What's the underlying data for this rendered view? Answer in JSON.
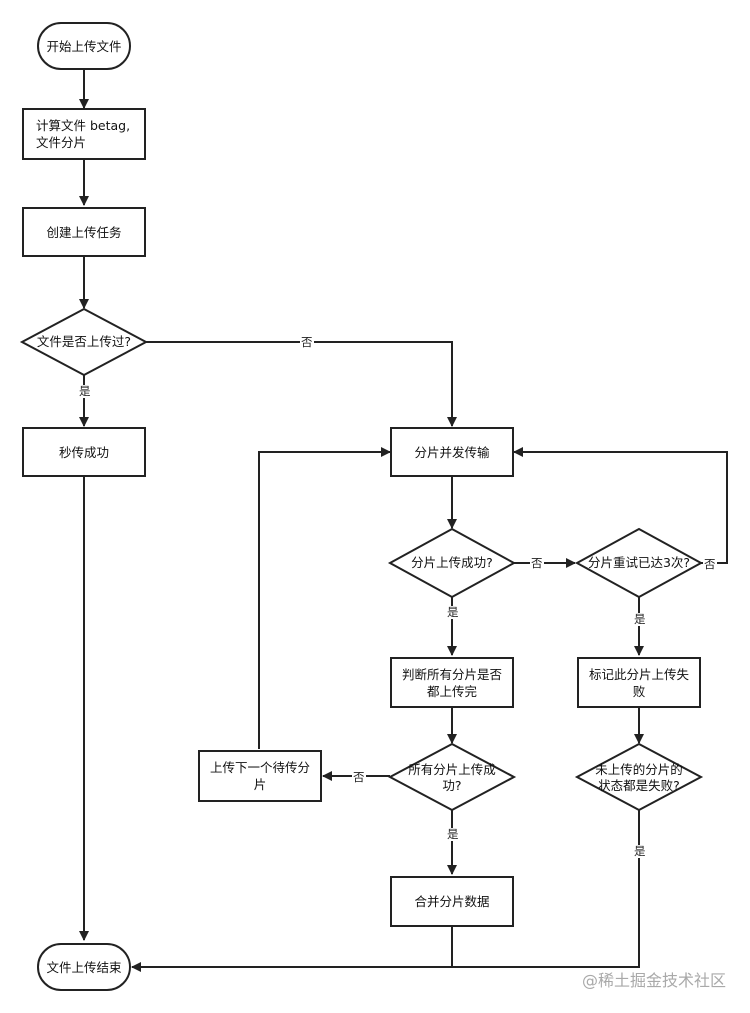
{
  "nodes": {
    "start": "开始上传文件",
    "calc": "计算文件 betag,\n文件分片",
    "create_task": "创建上传任务",
    "uploaded_before": "文件是否上传过?",
    "instant_success": "秒传成功",
    "concurrent_upload": "分片并发传输",
    "chunk_success": "分片上传成功?",
    "retry_reached": "分片重试已达3次?",
    "check_all": "判断所有分片是否\n都上传完",
    "mark_failed": "标记此分片上传失\n败",
    "all_success": "所有分片上传成\n功?",
    "upload_next": "上传下一个待传分\n片",
    "all_failed": "未上传的分片的\n状态都是失败?",
    "merge": "合并分片数据",
    "end": "文件上传结束"
  },
  "labels": {
    "yes": "是",
    "no": "否"
  },
  "watermark": "@稀土掘金技术社区"
}
